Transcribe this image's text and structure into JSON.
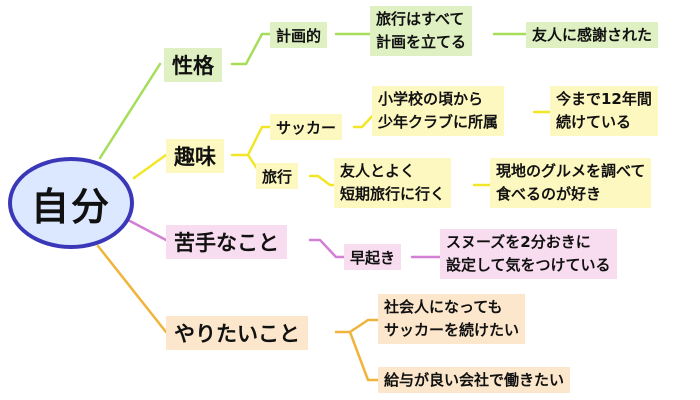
{
  "root": {
    "label": "自分"
  },
  "branches": [
    {
      "label": "性格",
      "color": "#a6dd5a",
      "fill": "#dff0c2",
      "children": [
        {
          "label": "計画的",
          "children": [
            {
              "lines": [
                "旅行はすべて",
                "計画を立てる"
              ],
              "children": [
                {
                  "lines": [
                    "友人に感謝された"
                  ]
                }
              ]
            }
          ]
        }
      ]
    },
    {
      "label": "趣味",
      "color": "#f2e628",
      "fill": "#fdf7c0",
      "children": [
        {
          "label": "サッカー",
          "children": [
            {
              "lines": [
                "小学校の頃から",
                "少年クラブに所属"
              ],
              "children": [
                {
                  "lines": [
                    "今まで12年間",
                    "続けている"
                  ]
                }
              ]
            }
          ]
        },
        {
          "label": "旅行",
          "children": [
            {
              "lines": [
                "友人とよく",
                "短期旅行に行く"
              ],
              "children": [
                {
                  "lines": [
                    "現地のグルメを調べて",
                    "食べるのが好き"
                  ]
                }
              ]
            }
          ]
        }
      ]
    },
    {
      "label": "苦手なこと",
      "color": "#d37fd6",
      "fill": "#f8dcef",
      "children": [
        {
          "label": "早起き",
          "children": [
            {
              "lines": [
                "スヌーズを2分おきに",
                "設定して気をつけている"
              ]
            }
          ]
        }
      ]
    },
    {
      "label": "やりたいこと",
      "color": "#f0b43c",
      "fill": "#fde7cc",
      "children": [
        {
          "lines": [
            "社会人になっても",
            "サッカーを続けたい"
          ]
        },
        {
          "lines": [
            "給与が良い会社で働きたい"
          ]
        }
      ]
    }
  ]
}
